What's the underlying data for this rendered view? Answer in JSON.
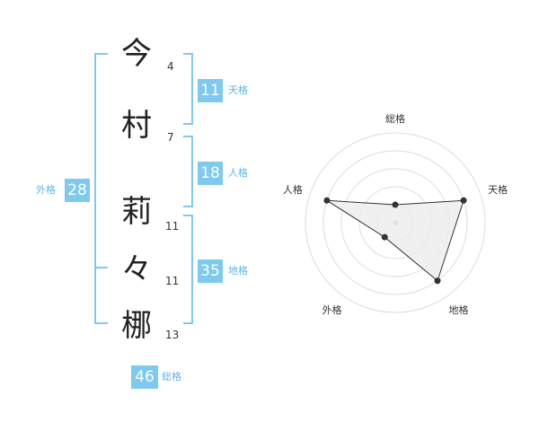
{
  "colors": {
    "accent": "#7ec9f0",
    "accent_text": "#5cb7e8",
    "ring": "#dddddd",
    "line": "#333333",
    "fill": "#ececec"
  },
  "name_chars": [
    {
      "char": "今",
      "strokes": "4"
    },
    {
      "char": "村",
      "strokes": "7"
    },
    {
      "char": "莉",
      "strokes": "11"
    },
    {
      "char": "々",
      "strokes": "11"
    },
    {
      "char": "梛",
      "strokes": "13"
    }
  ],
  "fortunes": {
    "tenkaku": {
      "label": "天格",
      "value": "11"
    },
    "jinkaku": {
      "label": "人格",
      "value": "18"
    },
    "chikaku": {
      "label": "地格",
      "value": "35"
    },
    "gaikaku": {
      "label": "外格",
      "value": "28"
    },
    "soukaku": {
      "label": "総格",
      "value": "46"
    }
  },
  "chart_data": {
    "type": "radar",
    "axes": [
      "総格",
      "天格",
      "地格",
      "外格",
      "人格"
    ],
    "values": [
      1,
      4,
      4,
      1,
      4
    ],
    "max": 5
  }
}
